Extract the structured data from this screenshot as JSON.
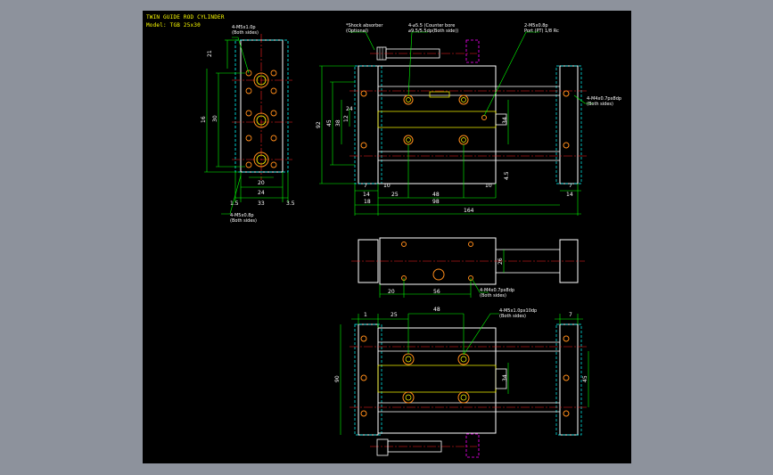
{
  "drawing": {
    "title": "TWIN GUIDE ROD CYLINDER",
    "model": "Model: TGB 25x30"
  },
  "colors": {
    "background_outer": "#8d929c",
    "canvas": "#000000",
    "outline": "#ffffff",
    "dimension": "#00ff00",
    "centerline": "#ff2020",
    "hidden": "#00ffff",
    "accent": "#ffff00",
    "rod_hidden": "#ff00ff",
    "holes": "#ff8c1a"
  },
  "callouts": {
    "front_top": "4-M5x1.0p",
    "front_top_note": "(Both sides)",
    "front_bottom": "4-M5x0.8p",
    "front_bottom_note": "(Both sides)",
    "shock": "*Shock absorber",
    "shock_note": "(Optional)",
    "counterbore": "4-⌀5.5 (Counter bore",
    "counterbore_note": "⌀9.5/5.5dp(Both side))",
    "port": "2-M5x0.8p",
    "port_note": "Port (PT) 1/8 Rc",
    "side": "4-M4x0.7px8dp",
    "side_note": "(Both sides)",
    "bottom_mid": "4-M4x0.7px8dp",
    "bottom_mid_note": "(Both sides)",
    "plan": "4-M5x1.0px10dp",
    "plan_note": "(Both sides)"
  },
  "front_view_dims": {
    "left_top": "21",
    "left_mid": "30",
    "left_inner": "16",
    "bottom_inner": "20",
    "bottom_mid": "24",
    "bottom_outer": "33",
    "left_edge": "1.5",
    "right_edge": "3.5"
  },
  "side_view_dims": {
    "left_outer": "92",
    "left_mid": "45",
    "left_a": "24",
    "left_b": "38",
    "left_c": "12",
    "right_port": "34",
    "b1": "7",
    "b2": "14",
    "b3": "10",
    "b4": "25",
    "b5": "48",
    "b6": "10",
    "b7": "7",
    "b8": "14",
    "b9": "18",
    "b10": "98",
    "b11": "164",
    "b12": "4.5"
  },
  "bottom_view_dims": {
    "right": "26",
    "b1": "20",
    "b2": "56"
  },
  "plan_view_dims": {
    "top1": "1",
    "top2": "25",
    "top3": "48",
    "top4": "7",
    "left": "90",
    "mid": "34",
    "right": "45"
  }
}
